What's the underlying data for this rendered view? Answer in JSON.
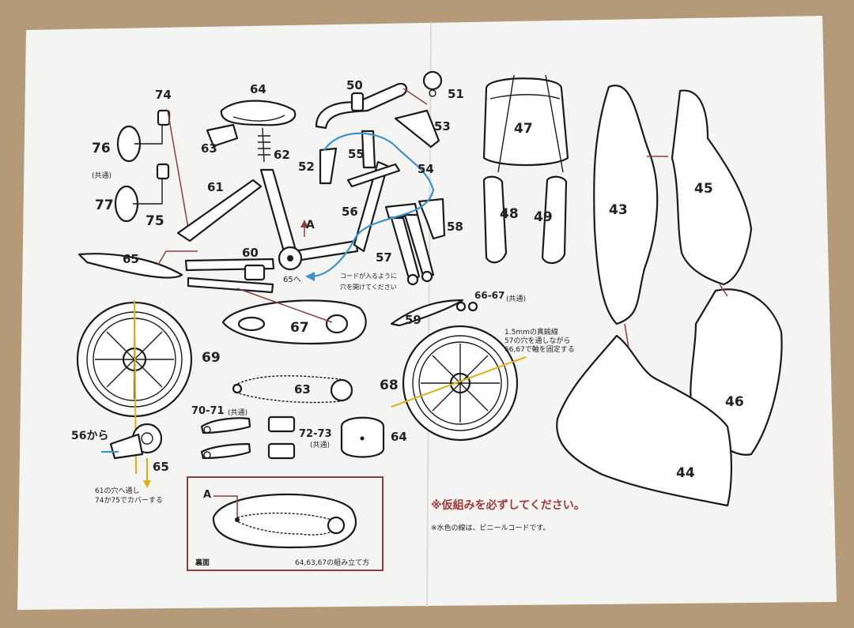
{
  "sheet": {
    "paper_color": "#f4f4f2",
    "table_color": "#b39a79",
    "leader_color": "#8a3f3f",
    "cord_color": "#3a93c9",
    "guide_color": "#d9b21a"
  },
  "labels": {
    "p74": "74",
    "p64_seat": "64",
    "p50": "50",
    "p51": "51",
    "p76": "76",
    "p63_clamp": "63",
    "p62": "62",
    "p53": "53",
    "p47": "47",
    "common_76": "(共通)",
    "p55": "55",
    "p52": "52",
    "p54": "54",
    "p61": "61",
    "p77": "77",
    "p75": "75",
    "p56": "56",
    "p58": "58",
    "p48": "48",
    "p49": "49",
    "p43": "43",
    "p45": "45",
    "arrow_a": "A",
    "p60": "60",
    "p65_fender": "65",
    "p57": "57",
    "p65_to": "65へ",
    "p67": "67",
    "p59": "59",
    "p66_67": "66-67",
    "common_66": "(共通)",
    "p69": "69",
    "p63_chain": "63",
    "p68": "68",
    "p70_71": "70-71",
    "common_70": "(共通)",
    "p72_73": "72-73",
    "common_72": "(共通)",
    "p64_disc": "64",
    "p56_from": "56から",
    "p65_motor": "65",
    "p46": "46",
    "p44": "44",
    "inset_a": "A",
    "inset_back": "裏面"
  },
  "notes": {
    "cord_hole_1": "コードが入るように",
    "cord_hole_2": "穴を開けてください",
    "wire_1": "1.5mmの真鍮線",
    "wire_2": "57の穴を通しながら",
    "wire_3": "66,67で軸を固定する",
    "cover_1": "61の穴へ通し",
    "cover_2": "74か75でカバーする",
    "inset_caption": "64,63,67の組み立て方",
    "warning": "※仮組みを必ずしてください。",
    "vinyl_note": "※水色の線は、ビニールコードです。"
  }
}
